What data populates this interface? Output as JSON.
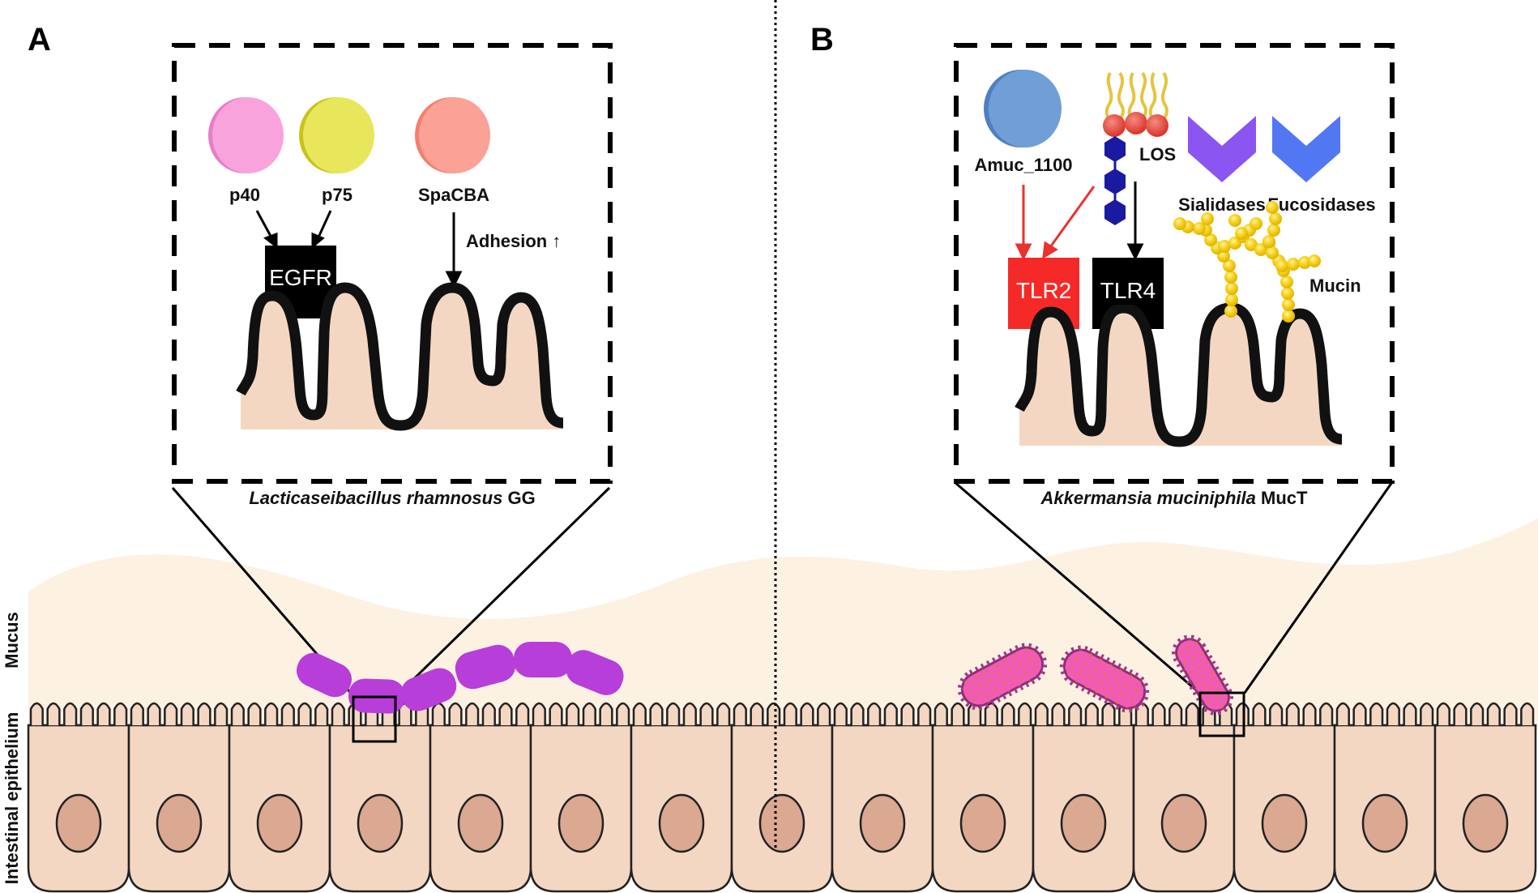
{
  "figure": {
    "divider": "dotted-vertical",
    "side_labels": {
      "mucus": "Mucus",
      "epithelium": "Intestinal epithelium"
    },
    "colors": {
      "mucus": "#fdf1e2",
      "cell_fill": "#f4d7c3",
      "nucleus": "#dba892",
      "villus_fill": "#f4d7c3",
      "lgg_bacterium": "#b73ed8",
      "akk_bacterium": "#f25ab7",
      "p40": "#f9a3dd",
      "p75": "#e8e65a",
      "spacba": "#fba195",
      "amuc_1100": "#6f9fd6",
      "egfr": "#000000",
      "tlr2": "#f52a28",
      "tlr4": "#000000",
      "los_lipid": "#e4c541",
      "los_head": "#e8473a",
      "los_sugar": "#1a1aa0",
      "sialidases": "#8b55f2",
      "fucosidases": "#5277f2",
      "mucin": "#f7d21c",
      "red_arrow": "#e8332e"
    }
  },
  "panel_a": {
    "letter": "A",
    "molecules": [
      {
        "name": "p40"
      },
      {
        "name": "p75"
      },
      {
        "name": "SpaCBA"
      }
    ],
    "receptor": "EGFR",
    "annotation": "Adhesion",
    "annotation_arrow": "↑",
    "caption_italic": "Lacticaseibacillus rhamnosus",
    "caption_plain": " GG"
  },
  "panel_b": {
    "letter": "B",
    "molecules": [
      {
        "name": "Amuc_1100"
      },
      {
        "name": "LOS"
      },
      {
        "name": "Sialidases"
      },
      {
        "name": "Fucosidases"
      },
      {
        "name": "Mucin"
      }
    ],
    "receptors": [
      "TLR2",
      "TLR4"
    ],
    "caption_italic": "Akkermansia muciniphila",
    "caption_plain": " MucT"
  }
}
